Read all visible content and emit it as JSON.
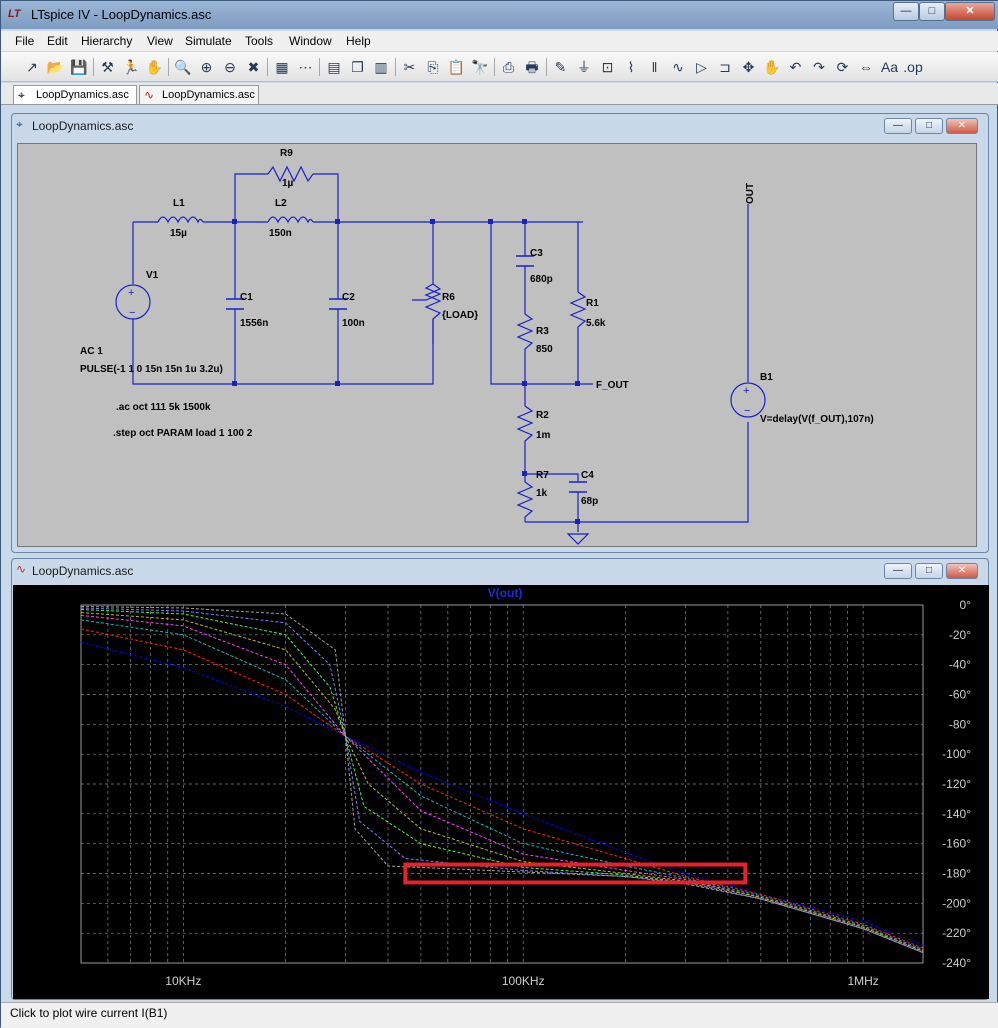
{
  "app": {
    "title": "LTspice IV - LoopDynamics.asc",
    "logo": "LT"
  },
  "window_buttons": {
    "minimize": "—",
    "maximize": "□",
    "close": "✕"
  },
  "menu": [
    "File",
    "Edit",
    "Hierarchy",
    "View",
    "Simulate",
    "Tools",
    "Window",
    "Help"
  ],
  "toolbar": {
    "icons": [
      "new-schematic-icon",
      "open-icon",
      "save-icon",
      "control-panel-icon",
      "run-icon",
      "halt-icon",
      "zoom-in-icon",
      "zoom-pan-icon",
      "zoom-out-icon",
      "zoom-cancel-icon",
      "autorange-icon",
      "waveform-settings-icon",
      "tile-horizontal-icon",
      "cascade-icon",
      "tile-vertical-icon",
      "cut-icon",
      "copy-icon",
      "paste-icon",
      "find-icon",
      "print-setup-icon",
      "print-icon",
      "wire-icon",
      "ground-icon",
      "label-icon",
      "resistor-icon",
      "capacitor-icon",
      "inductor-icon",
      "diode-icon",
      "component-icon",
      "move-icon",
      "drag-icon",
      "undo-icon",
      "redo-icon",
      "rotate-icon",
      "mirror-icon",
      "text-icon",
      "spice-directive-icon"
    ],
    "glyphs": [
      "↗",
      "📂",
      "💾",
      "⚒",
      "🏃",
      "✋",
      "🔍",
      "⊕",
      "⊖",
      "✖",
      "▦",
      "⋯",
      "▤",
      "❐",
      "▥",
      "✂",
      "⎘",
      "📋",
      "🔭",
      "⎙",
      "🖶",
      "✎",
      "⏚",
      "⊡",
      "⌇",
      "‖",
      "∿",
      "▷",
      "⊐",
      "✥",
      "✋",
      "↶",
      "↷",
      "⟳",
      "⇔",
      "Aa",
      ".op"
    ]
  },
  "tabs": [
    {
      "label": "LoopDynamics.asc",
      "icon": "schematic-icon"
    },
    {
      "label": "LoopDynamics.asc",
      "icon": "waveform-icon"
    }
  ],
  "schematic_window": {
    "title": "LoopDynamics.asc",
    "components": {
      "R9": {
        "name": "R9",
        "value": "1µ"
      },
      "L1": {
        "name": "L1",
        "value": "15µ"
      },
      "L2": {
        "name": "L2",
        "value": "150n"
      },
      "V1": {
        "name": "V1",
        "ac": "AC 1",
        "pulse": "PULSE(-1 1 0 15n 15n 1u 3.2u)"
      },
      "C1": {
        "name": "C1",
        "value": "1556n"
      },
      "C2": {
        "name": "C2",
        "value": "100n"
      },
      "R6": {
        "name": "R6",
        "value": "{LOAD}"
      },
      "C3": {
        "name": "C3",
        "value": "680p"
      },
      "R3": {
        "name": "R3",
        "value": "850"
      },
      "R1": {
        "name": "R1",
        "value": "5.6k"
      },
      "R2": {
        "name": "R2",
        "value": "1m"
      },
      "R7": {
        "name": "R7",
        "value": "1k"
      },
      "C4": {
        "name": "C4",
        "value": "68p"
      },
      "B1": {
        "name": "B1",
        "value": "V=delay(V(f_OUT),107n)"
      }
    },
    "labels": {
      "f_out": "F_OUT",
      "out": "OUT"
    },
    "directives": [
      ".ac oct 111 5k 1500k",
      ".step oct PARAM load 1 100 2"
    ]
  },
  "plot_window": {
    "title": "LoopDynamics.asc",
    "trace_label": "V(out)"
  },
  "chart_data": {
    "type": "line",
    "title": "V(out)",
    "xlabel": "",
    "ylabel": "",
    "x_scale": "log",
    "xlim": [
      5000,
      1500000
    ],
    "ylim": [
      -240,
      0
    ],
    "x_ticks": [
      {
        "v": 10000,
        "label": "10KHz"
      },
      {
        "v": 100000,
        "label": "100KHz"
      },
      {
        "v": 1000000,
        "label": "1MHz"
      }
    ],
    "y_ticks": [
      0,
      -20,
      -40,
      -60,
      -80,
      -100,
      -120,
      -140,
      -160,
      -180,
      -200,
      -220,
      -240
    ],
    "y_tick_labels": [
      "0°",
      "-20°",
      "-40°",
      "-60°",
      "-80°",
      "-100°",
      "-120°",
      "-140°",
      "-160°",
      "-180°",
      "-200°",
      "-220°",
      "-240°"
    ],
    "grid": true,
    "series": [
      {
        "color": "#0000ff",
        "points": [
          [
            5000,
            -25
          ],
          [
            10000,
            -42
          ],
          [
            20000,
            -68
          ],
          [
            30000,
            -88
          ],
          [
            50000,
            -112
          ],
          [
            100000,
            -140
          ],
          [
            200000,
            -166
          ],
          [
            300000,
            -180
          ],
          [
            500000,
            -194
          ],
          [
            1000000,
            -212
          ],
          [
            1500000,
            -228
          ]
        ]
      },
      {
        "color": "#ff2020",
        "points": [
          [
            5000,
            -16
          ],
          [
            10000,
            -30
          ],
          [
            20000,
            -60
          ],
          [
            30000,
            -88
          ],
          [
            50000,
            -120
          ],
          [
            100000,
            -150
          ],
          [
            200000,
            -170
          ],
          [
            300000,
            -182
          ],
          [
            500000,
            -194
          ],
          [
            1000000,
            -214
          ],
          [
            1500000,
            -230
          ]
        ]
      },
      {
        "color": "#00c0c0",
        "points": [
          [
            5000,
            -10
          ],
          [
            10000,
            -20
          ],
          [
            20000,
            -50
          ],
          [
            30000,
            -88
          ],
          [
            50000,
            -128
          ],
          [
            100000,
            -160
          ],
          [
            200000,
            -175
          ],
          [
            300000,
            -183
          ],
          [
            500000,
            -195
          ],
          [
            1000000,
            -215
          ],
          [
            1500000,
            -231
          ]
        ]
      },
      {
        "color": "#ff40ff",
        "points": [
          [
            5000,
            -7
          ],
          [
            10000,
            -14
          ],
          [
            20000,
            -40
          ],
          [
            30000,
            -88
          ],
          [
            50000,
            -138
          ],
          [
            100000,
            -167
          ],
          [
            200000,
            -178
          ],
          [
            300000,
            -184
          ],
          [
            500000,
            -196
          ],
          [
            1000000,
            -216
          ],
          [
            1500000,
            -232
          ]
        ]
      },
      {
        "color": "#c0c000",
        "points": [
          [
            5000,
            -5
          ],
          [
            10000,
            -10
          ],
          [
            20000,
            -30
          ],
          [
            28000,
            -70
          ],
          [
            30000,
            -88
          ],
          [
            35000,
            -120
          ],
          [
            50000,
            -150
          ],
          [
            100000,
            -172
          ],
          [
            200000,
            -180
          ],
          [
            300000,
            -185
          ],
          [
            500000,
            -196
          ],
          [
            1000000,
            -216
          ],
          [
            1500000,
            -232
          ]
        ]
      },
      {
        "color": "#40ff40",
        "points": [
          [
            5000,
            -3
          ],
          [
            10000,
            -6
          ],
          [
            20000,
            -20
          ],
          [
            27000,
            -55
          ],
          [
            30000,
            -88
          ],
          [
            34000,
            -135
          ],
          [
            50000,
            -160
          ],
          [
            100000,
            -176
          ],
          [
            200000,
            -181
          ],
          [
            300000,
            -186
          ],
          [
            500000,
            -197
          ],
          [
            1000000,
            -217
          ],
          [
            1500000,
            -233
          ]
        ]
      },
      {
        "color": "#8080ff",
        "points": [
          [
            5000,
            -2
          ],
          [
            10000,
            -4
          ],
          [
            20000,
            -12
          ],
          [
            27000,
            -40
          ],
          [
            30000,
            -88
          ],
          [
            33000,
            -145
          ],
          [
            45000,
            -170
          ],
          [
            100000,
            -178
          ],
          [
            200000,
            -182
          ],
          [
            300000,
            -186
          ],
          [
            500000,
            -197
          ],
          [
            1000000,
            -217
          ],
          [
            1500000,
            -233
          ]
        ]
      },
      {
        "color": "#a0a0a0",
        "points": [
          [
            5000,
            -1
          ],
          [
            10000,
            -2
          ],
          [
            20000,
            -6
          ],
          [
            28000,
            -30
          ],
          [
            30000,
            -88
          ],
          [
            32000,
            -150
          ],
          [
            40000,
            -175
          ],
          [
            100000,
            -179
          ],
          [
            200000,
            -182
          ],
          [
            300000,
            -187
          ],
          [
            500000,
            -197
          ],
          [
            1000000,
            -217
          ],
          [
            1500000,
            -233
          ]
        ]
      }
    ],
    "highlight_box": {
      "x": [
        45000,
        450000
      ],
      "y": [
        -174,
        -186
      ],
      "color": "#e8202a"
    }
  },
  "status": "Click to plot wire current I(B1)"
}
